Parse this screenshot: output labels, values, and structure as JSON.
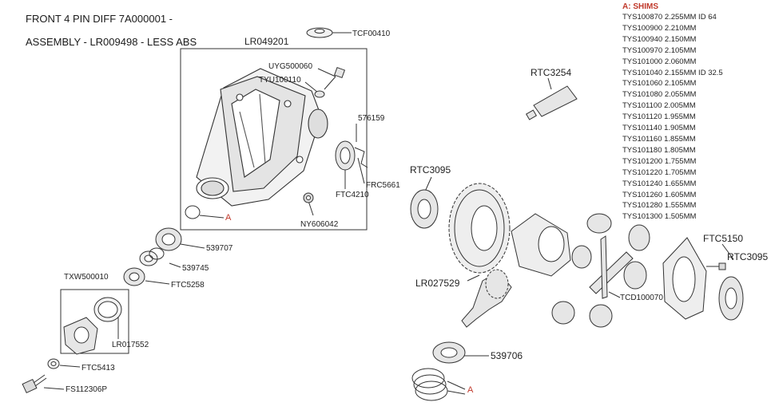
{
  "title": {
    "line1": "FRONT 4 PIN DIFF 7A000001 -",
    "line2": "ASSEMBLY - LR009498 - LESS ABS"
  },
  "shims": {
    "heading": "A: SHIMS",
    "items": [
      "TYS100870 2.255MM ID 64",
      "TYS100900 2.210MM",
      "TYS100940 2.150MM",
      "TYS100970 2.105MM",
      "TYS101000 2.060MM",
      "TYS101040 2.155MM ID 32.5",
      "TYS101060 2.105MM",
      "TYS101080 2.055MM",
      "TYS101100 2.005MM",
      "TYS101120 1.955MM",
      "TYS101140 1.905MM",
      "TYS101160 1.855MM",
      "TYS101180 1.805MM",
      "TYS101200 1.755MM",
      "TYS101220 1.705MM",
      "TYS101240 1.655MM",
      "TYS101260 1.605MM",
      "TYS101280 1.555MM",
      "TYS101300 1.505MM"
    ]
  },
  "parts": {
    "lr049201": "LR049201",
    "tcf00410": "TCF00410",
    "uyg500060": "UYG500060",
    "tyu100110": "TYU100110",
    "p576159": "576159",
    "frc5661": "FRC5661",
    "ftc4210": "FTC4210",
    "ny606042": "NY606042",
    "shim_a_left": "A",
    "p539707": "539707",
    "p539745": "539745",
    "ftc5258": "FTC5258",
    "txw500010": "TXW500010",
    "lr017552": "LR017552",
    "ftc5413": "FTC5413",
    "fs112306p": "FS112306P",
    "rtc3254": "RTC3254",
    "rtc3095_left": "RTC3095",
    "lr027529": "LR027529",
    "p539706": "539706",
    "shim_a_right": "A",
    "tcd100070": "TCD100070",
    "ftc5150": "FTC5150",
    "rtc3095_right": "RTC3095"
  },
  "colors": {
    "line": "#333333",
    "accent": "#c0392b",
    "part_fill": "#f2f2f2",
    "part_shade": "#bdbdbd"
  }
}
